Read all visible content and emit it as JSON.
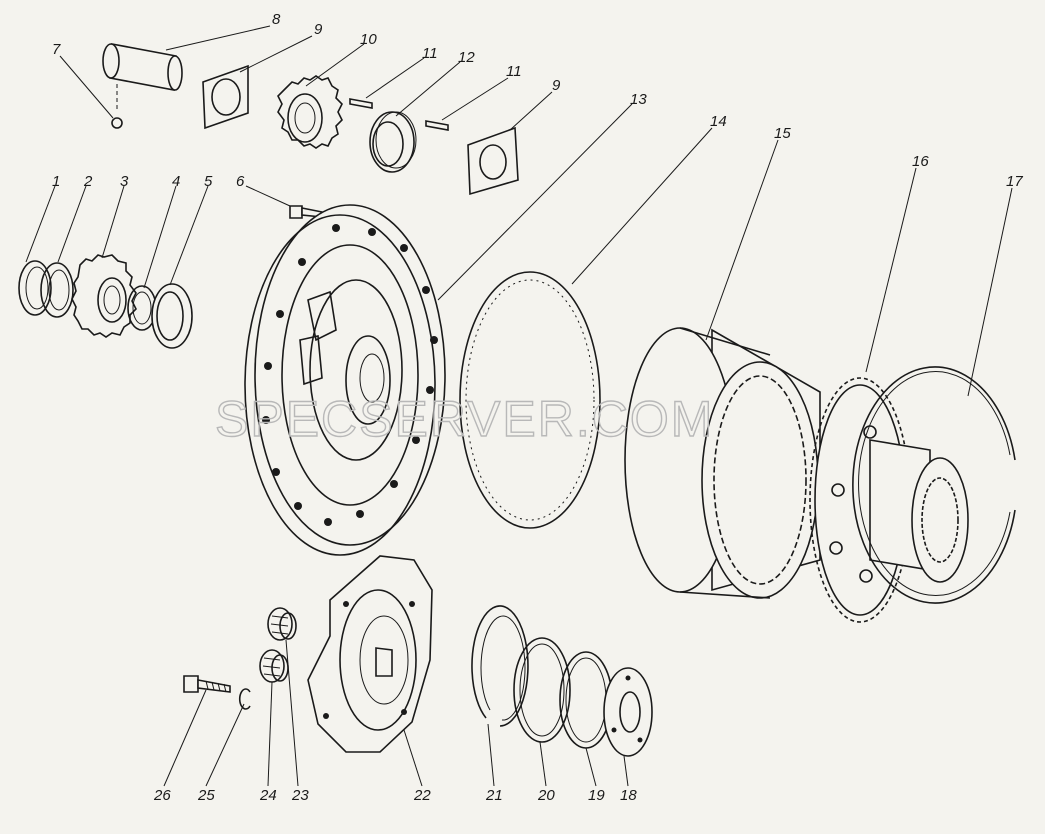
{
  "watermark": "SPECSERVER.COM",
  "callouts": [
    "1",
    "2",
    "3",
    "4",
    "5",
    "6",
    "7",
    "8",
    "9",
    "9",
    "10",
    "11",
    "11",
    "12",
    "13",
    "14",
    "15",
    "16",
    "17",
    "18",
    "19",
    "20",
    "21",
    "22",
    "23",
    "24",
    "25",
    "26"
  ]
}
